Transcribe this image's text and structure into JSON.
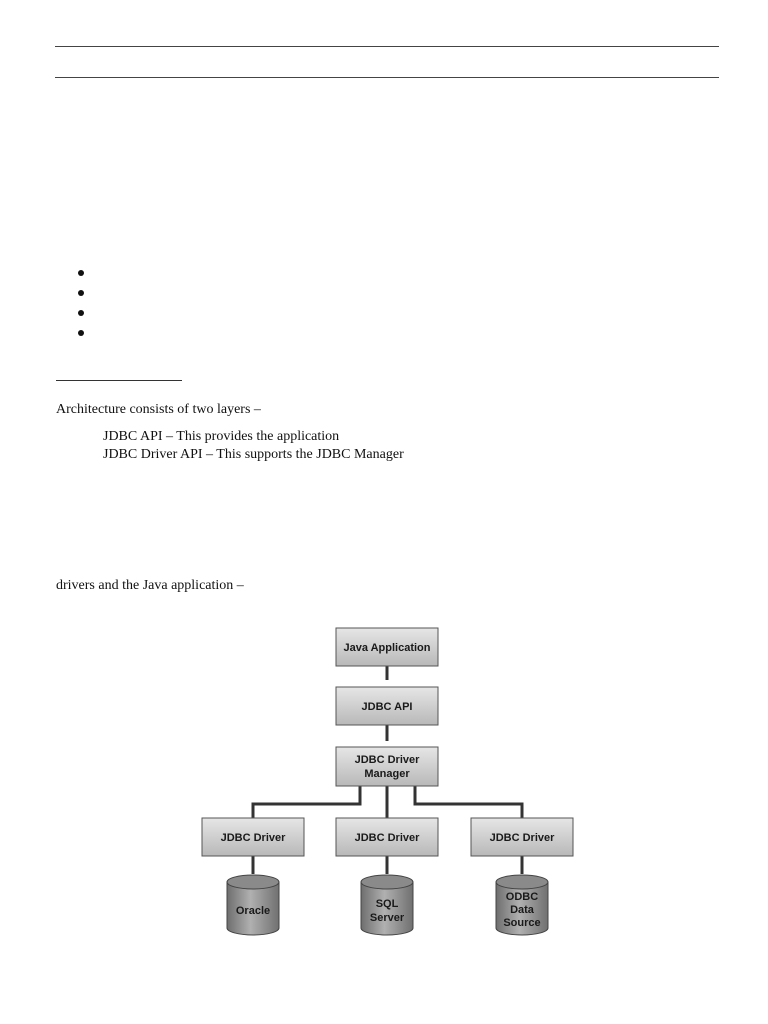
{
  "document": {
    "bullet_count": 4,
    "architecture_intro": "Architecture consists of two layers –",
    "layers": [
      "JDBC API – This provides the application",
      "JDBC Driver API – This supports the JDBC Manager"
    ],
    "drivers_intro": "drivers and the Java application –"
  },
  "diagram": {
    "java_application": "Java Application",
    "jdbc_api": "JDBC API",
    "driver_manager_line1": "JDBC Driver",
    "driver_manager_line2": "Manager",
    "drivers": [
      "JDBC Driver",
      "JDBC Driver",
      "JDBC Driver"
    ],
    "databases": [
      {
        "lines": [
          "Oracle"
        ]
      },
      {
        "lines": [
          "SQL",
          "Server"
        ]
      },
      {
        "lines": [
          "ODBC",
          "Data",
          "Source"
        ]
      }
    ]
  }
}
